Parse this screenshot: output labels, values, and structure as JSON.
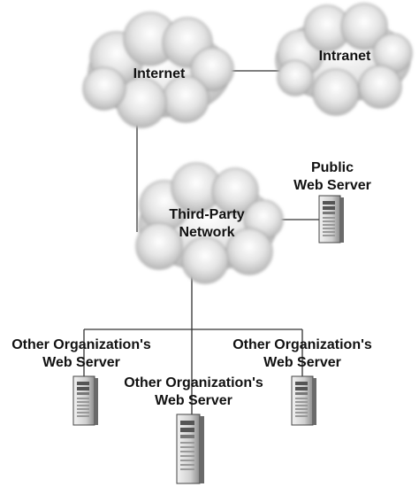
{
  "nodes": {
    "internet": {
      "label": "Internet"
    },
    "intranet": {
      "label": "Intranet"
    },
    "third_party": {
      "label_lines": [
        "Third-Party",
        "Network"
      ]
    },
    "public_server": {
      "label_lines": [
        "Public",
        "Web Server"
      ]
    },
    "org_server_left": {
      "label_lines": [
        "Other Organization's",
        "Web Server"
      ]
    },
    "org_server_right": {
      "label_lines": [
        "Other Organization's",
        "Web Server"
      ]
    },
    "org_server_center": {
      "label_lines": [
        "Other Organization's",
        "Web Server"
      ]
    }
  }
}
